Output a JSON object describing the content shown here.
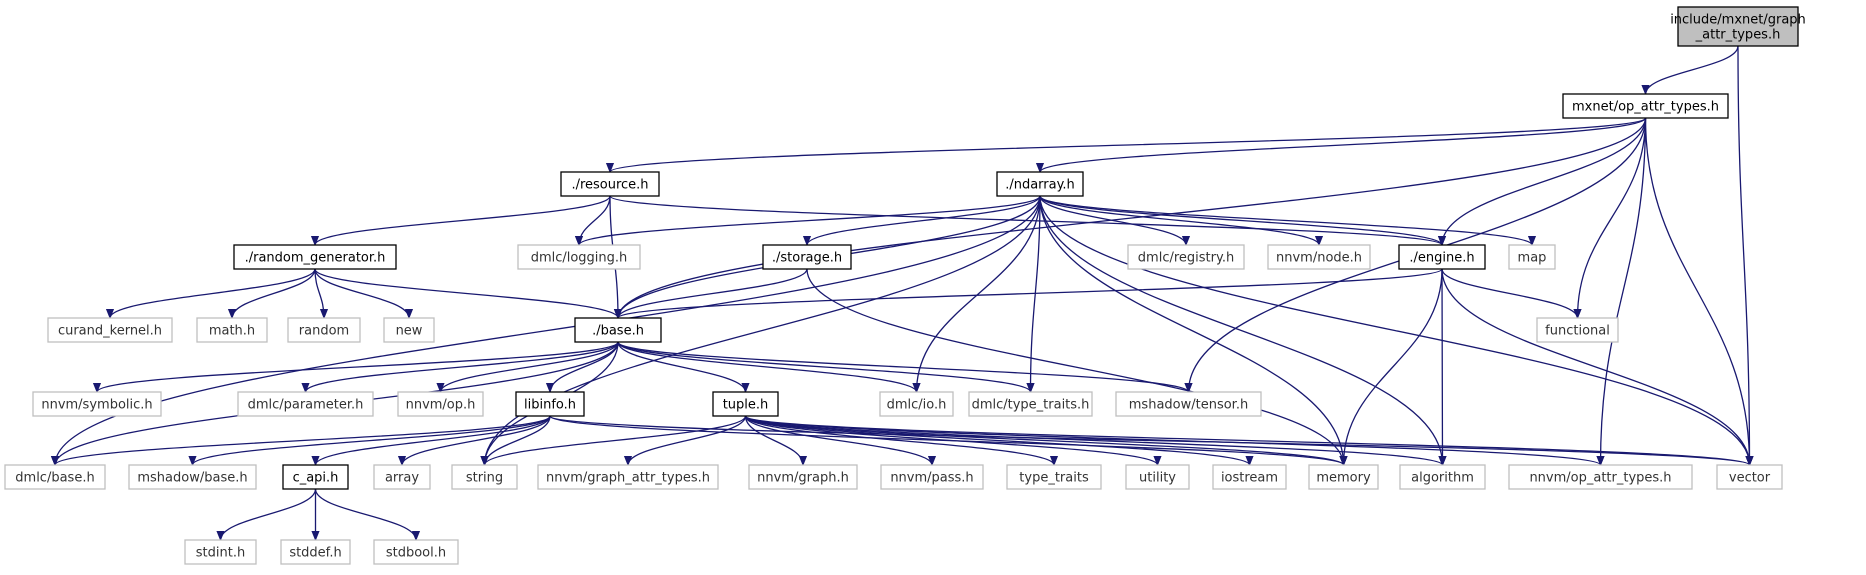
{
  "graph": {
    "root": "root",
    "nodes": [
      {
        "id": "root",
        "lines": [
          "include/mxnet/graph",
          "_attr_types.h"
        ],
        "kind": "root"
      },
      {
        "id": "op_attr_types",
        "lines": [
          "mxnet/op_attr_types.h"
        ],
        "kind": "file"
      },
      {
        "id": "resource",
        "lines": [
          "./resource.h"
        ],
        "kind": "file"
      },
      {
        "id": "ndarray",
        "lines": [
          "./ndarray.h"
        ],
        "kind": "file"
      },
      {
        "id": "random_generator",
        "lines": [
          "./random_generator.h"
        ],
        "kind": "file"
      },
      {
        "id": "dmlc_logging",
        "lines": [
          "dmlc/logging.h"
        ],
        "kind": "external"
      },
      {
        "id": "storage",
        "lines": [
          "./storage.h"
        ],
        "kind": "file"
      },
      {
        "id": "dmlc_registry",
        "lines": [
          "dmlc/registry.h"
        ],
        "kind": "external"
      },
      {
        "id": "nnvm_node",
        "lines": [
          "nnvm/node.h"
        ],
        "kind": "external"
      },
      {
        "id": "engine",
        "lines": [
          "./engine.h"
        ],
        "kind": "file"
      },
      {
        "id": "map",
        "lines": [
          "map"
        ],
        "kind": "external"
      },
      {
        "id": "curand_kernel",
        "lines": [
          "curand_kernel.h"
        ],
        "kind": "external"
      },
      {
        "id": "math",
        "lines": [
          "math.h"
        ],
        "kind": "external"
      },
      {
        "id": "random",
        "lines": [
          "random"
        ],
        "kind": "external"
      },
      {
        "id": "new",
        "lines": [
          "new"
        ],
        "kind": "external"
      },
      {
        "id": "base",
        "lines": [
          "./base.h"
        ],
        "kind": "file"
      },
      {
        "id": "functional",
        "lines": [
          "functional"
        ],
        "kind": "external"
      },
      {
        "id": "nnvm_symbolic",
        "lines": [
          "nnvm/symbolic.h"
        ],
        "kind": "external"
      },
      {
        "id": "dmlc_parameter",
        "lines": [
          "dmlc/parameter.h"
        ],
        "kind": "external"
      },
      {
        "id": "nnvm_op",
        "lines": [
          "nnvm/op.h"
        ],
        "kind": "external"
      },
      {
        "id": "libinfo",
        "lines": [
          "libinfo.h"
        ],
        "kind": "file"
      },
      {
        "id": "tuple",
        "lines": [
          "tuple.h"
        ],
        "kind": "file"
      },
      {
        "id": "dmlc_io",
        "lines": [
          "dmlc/io.h"
        ],
        "kind": "external"
      },
      {
        "id": "dmlc_type_traits",
        "lines": [
          "dmlc/type_traits.h"
        ],
        "kind": "external"
      },
      {
        "id": "mshadow_tensor",
        "lines": [
          "mshadow/tensor.h"
        ],
        "kind": "external"
      },
      {
        "id": "dmlc_base",
        "lines": [
          "dmlc/base.h"
        ],
        "kind": "external"
      },
      {
        "id": "mshadow_base",
        "lines": [
          "mshadow/base.h"
        ],
        "kind": "external"
      },
      {
        "id": "c_api",
        "lines": [
          "c_api.h"
        ],
        "kind": "file"
      },
      {
        "id": "array",
        "lines": [
          "array"
        ],
        "kind": "external"
      },
      {
        "id": "string",
        "lines": [
          "string"
        ],
        "kind": "external"
      },
      {
        "id": "nnvm_graph_attr_types",
        "lines": [
          "nnvm/graph_attr_types.h"
        ],
        "kind": "external"
      },
      {
        "id": "nnvm_graph",
        "lines": [
          "nnvm/graph.h"
        ],
        "kind": "external"
      },
      {
        "id": "nnvm_pass",
        "lines": [
          "nnvm/pass.h"
        ],
        "kind": "external"
      },
      {
        "id": "type_traits",
        "lines": [
          "type_traits"
        ],
        "kind": "external"
      },
      {
        "id": "utility",
        "lines": [
          "utility"
        ],
        "kind": "external"
      },
      {
        "id": "iostream",
        "lines": [
          "iostream"
        ],
        "kind": "external"
      },
      {
        "id": "memory",
        "lines": [
          "memory"
        ],
        "kind": "external"
      },
      {
        "id": "algorithm",
        "lines": [
          "algorithm"
        ],
        "kind": "external"
      },
      {
        "id": "nnvm_op_attr_types",
        "lines": [
          "nnvm/op_attr_types.h"
        ],
        "kind": "external"
      },
      {
        "id": "vector",
        "lines": [
          "vector"
        ],
        "kind": "external"
      },
      {
        "id": "stdint",
        "lines": [
          "stdint.h"
        ],
        "kind": "external"
      },
      {
        "id": "stddef",
        "lines": [
          "stddef.h"
        ],
        "kind": "external"
      },
      {
        "id": "stdbool",
        "lines": [
          "stdbool.h"
        ],
        "kind": "external"
      }
    ],
    "edges": [
      [
        "root",
        "op_attr_types"
      ],
      [
        "root",
        "vector"
      ],
      [
        "op_attr_types",
        "base"
      ],
      [
        "op_attr_types",
        "resource"
      ],
      [
        "op_attr_types",
        "ndarray"
      ],
      [
        "op_attr_types",
        "engine"
      ],
      [
        "op_attr_types",
        "functional"
      ],
      [
        "op_attr_types",
        "mshadow_tensor"
      ],
      [
        "op_attr_types",
        "nnvm_op_attr_types"
      ],
      [
        "op_attr_types",
        "vector"
      ],
      [
        "resource",
        "random_generator"
      ],
      [
        "resource",
        "dmlc_logging"
      ],
      [
        "resource",
        "base"
      ],
      [
        "resource",
        "engine"
      ],
      [
        "ndarray",
        "dmlc_logging"
      ],
      [
        "ndarray",
        "storage"
      ],
      [
        "ndarray",
        "base"
      ],
      [
        "ndarray",
        "dmlc_registry"
      ],
      [
        "ndarray",
        "nnvm_node"
      ],
      [
        "ndarray",
        "engine"
      ],
      [
        "ndarray",
        "map"
      ],
      [
        "ndarray",
        "dmlc_io"
      ],
      [
        "ndarray",
        "dmlc_type_traits"
      ],
      [
        "ndarray",
        "dmlc_base"
      ],
      [
        "ndarray",
        "string"
      ],
      [
        "ndarray",
        "memory"
      ],
      [
        "ndarray",
        "algorithm"
      ],
      [
        "ndarray",
        "vector"
      ],
      [
        "random_generator",
        "curand_kernel"
      ],
      [
        "random_generator",
        "math"
      ],
      [
        "random_generator",
        "random"
      ],
      [
        "random_generator",
        "new"
      ],
      [
        "random_generator",
        "base"
      ],
      [
        "storage",
        "base"
      ],
      [
        "storage",
        "memory"
      ],
      [
        "engine",
        "base"
      ],
      [
        "engine",
        "functional"
      ],
      [
        "engine",
        "memory"
      ],
      [
        "engine",
        "algorithm"
      ],
      [
        "engine",
        "vector"
      ],
      [
        "base",
        "nnvm_symbolic"
      ],
      [
        "base",
        "dmlc_parameter"
      ],
      [
        "base",
        "nnvm_op"
      ],
      [
        "base",
        "libinfo"
      ],
      [
        "base",
        "tuple"
      ],
      [
        "base",
        "dmlc_io"
      ],
      [
        "base",
        "dmlc_type_traits"
      ],
      [
        "base",
        "mshadow_tensor"
      ],
      [
        "base",
        "dmlc_base"
      ],
      [
        "base",
        "string"
      ],
      [
        "libinfo",
        "dmlc_base"
      ],
      [
        "libinfo",
        "mshadow_base"
      ],
      [
        "libinfo",
        "c_api"
      ],
      [
        "libinfo",
        "array"
      ],
      [
        "libinfo",
        "string"
      ],
      [
        "libinfo",
        "memory"
      ],
      [
        "libinfo",
        "vector"
      ],
      [
        "tuple",
        "string"
      ],
      [
        "tuple",
        "nnvm_graph_attr_types"
      ],
      [
        "tuple",
        "nnvm_graph"
      ],
      [
        "tuple",
        "nnvm_pass"
      ],
      [
        "tuple",
        "type_traits"
      ],
      [
        "tuple",
        "utility"
      ],
      [
        "tuple",
        "iostream"
      ],
      [
        "tuple",
        "memory"
      ],
      [
        "tuple",
        "algorithm"
      ],
      [
        "tuple",
        "nnvm_op_attr_types"
      ],
      [
        "tuple",
        "vector"
      ],
      [
        "c_api",
        "stdint"
      ],
      [
        "c_api",
        "stddef"
      ],
      [
        "c_api",
        "stdbool"
      ]
    ]
  }
}
